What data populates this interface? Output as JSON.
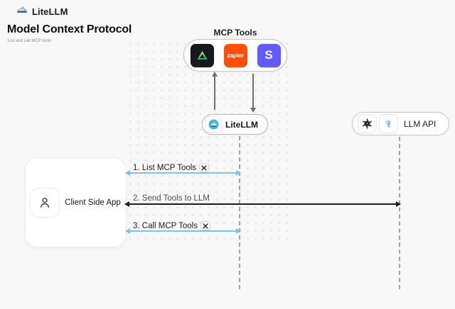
{
  "header": {
    "brand": "LiteLLM",
    "title": "Model Context Protocol",
    "subtitle": "List and call MCP tools"
  },
  "mcp_tools": {
    "label": "MCP Tools",
    "tools": [
      {
        "name": "green-triangle-tool",
        "label": ""
      },
      {
        "name": "zapier",
        "label": "zapier",
        "color": "#FF4F00"
      },
      {
        "name": "stripe",
        "label": "S",
        "color": "#635BFF"
      }
    ]
  },
  "nodes": {
    "litellm": {
      "label": "LiteLLM"
    },
    "llm_api": {
      "label": "LLM API"
    },
    "client": {
      "label": "Client Side App"
    }
  },
  "messages": [
    {
      "step": "1. List MCP Tools",
      "tool_icon": true,
      "color": "#7fc4e8",
      "from": "client",
      "to": "litellm"
    },
    {
      "step": "2. Send Tools to LLM",
      "tool_icon": false,
      "color": "#1b1b1b",
      "from": "client",
      "to": "llm_api"
    },
    {
      "step": "3. Call MCP Tools",
      "tool_icon": true,
      "color": "#7fc4e8",
      "from": "client",
      "to": "litellm"
    }
  ],
  "colors": {
    "background": "#f8f8f8",
    "dot_grid": "#dcdcdc",
    "arrow_blue": "#7fc4e8",
    "arrow_black": "#1b1b1b",
    "zapier_orange": "#FF4F00",
    "stripe_purple": "#635BFF"
  }
}
